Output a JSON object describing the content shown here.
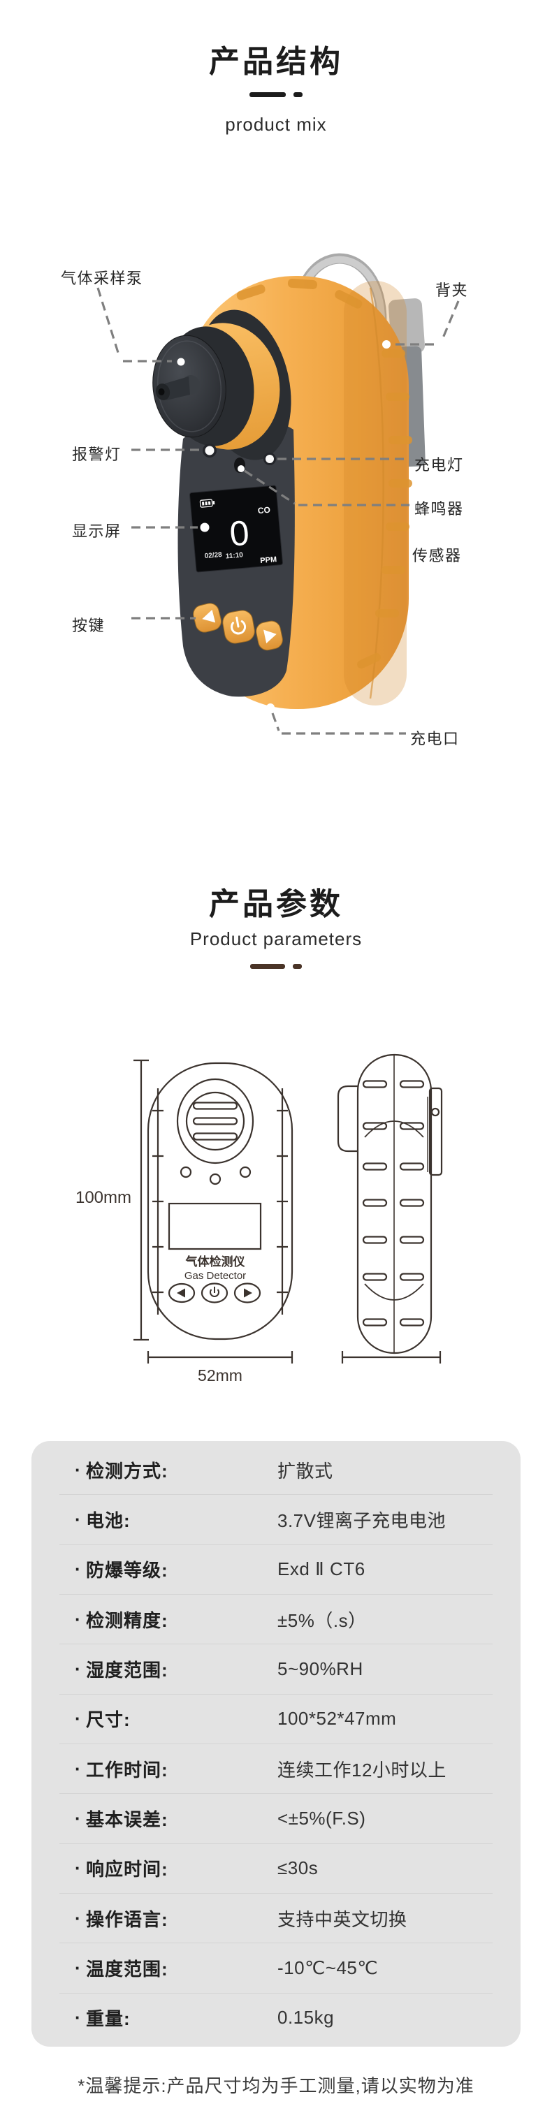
{
  "section1": {
    "title": "产品结构",
    "subtitle": "product mix"
  },
  "section2": {
    "title": "产品参数",
    "subtitle": "Product parameters"
  },
  "product": {
    "callouts": {
      "pump": "气体采样泵",
      "clip": "背夹",
      "alarm_light": "报警灯",
      "charge_light": "充电灯",
      "buzzer": "蜂鸣器",
      "sensor": "传感器",
      "screen": "显示屏",
      "buttons": "按键",
      "charge_port": "充电口"
    },
    "screen": {
      "gas": "CO",
      "value": "0",
      "date": "02/28",
      "time": "11:10",
      "unit": "PPM"
    }
  },
  "drawing": {
    "height_label": "100mm",
    "width_label": "52mm",
    "device_name_cn": "气体检测仪",
    "device_name_en": "Gas Detector"
  },
  "table": {
    "bullet": "·",
    "rows": [
      {
        "label": "检测方式:",
        "value": "扩散式"
      },
      {
        "label": "电池:",
        "value": "3.7V锂离子充电电池"
      },
      {
        "label": "防爆等级:",
        "value": "Exd Ⅱ CT6"
      },
      {
        "label": "检测精度:",
        "value": "±5%（.s）"
      },
      {
        "label": "湿度范围:",
        "value": "5~90%RH"
      },
      {
        "label": "尺寸:",
        "value": "100*52*47mm"
      },
      {
        "label": "工作时间:",
        "value": "连续工作12小时以上"
      },
      {
        "label": "基本误差:",
        "value": "<±5%(F.S)"
      },
      {
        "label": "响应时间:",
        "value": "≤30s"
      },
      {
        "label": "操作语言:",
        "value": "支持中英文切换"
      },
      {
        "label": "温度范围:",
        "value": "-10℃~45℃"
      },
      {
        "label": "重量:",
        "value": "0.15kg"
      }
    ]
  },
  "footnote": "*温馨提示:产品尺寸均为手工测量,请以实物为准",
  "colors": {
    "body_orange": "#f2a944",
    "table_bg": "#e3e3e3",
    "dash_dark": "#1c1c1c",
    "dash_brown": "#4a3427",
    "callout_line": "#7f7f7f",
    "drawing_stroke": "#3b332e"
  }
}
